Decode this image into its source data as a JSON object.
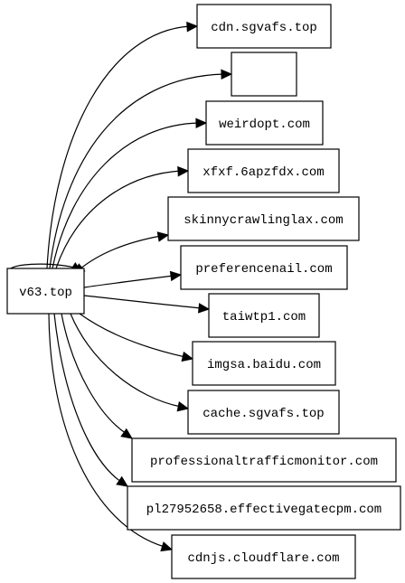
{
  "graph": {
    "source": {
      "id": "v63",
      "label": "v63.top",
      "has_self_loop": true
    },
    "targets": [
      {
        "id": "t0",
        "label": "cdn.sgvafs.top"
      },
      {
        "id": "t1",
        "label": ""
      },
      {
        "id": "t2",
        "label": "weirdopt.com"
      },
      {
        "id": "t3",
        "label": "xfxf.6apzfdx.com"
      },
      {
        "id": "t4",
        "label": "skinnycrawlinglax.com"
      },
      {
        "id": "t5",
        "label": "preferencenail.com"
      },
      {
        "id": "t6",
        "label": "taiwtp1.com"
      },
      {
        "id": "t7",
        "label": "imgsa.baidu.com"
      },
      {
        "id": "t8",
        "label": "cache.sgvafs.top"
      },
      {
        "id": "t9",
        "label": "professionaltrafficmonitor.com"
      },
      {
        "id": "t10",
        "label": "pl27952658.effectivegatecpm.com"
      },
      {
        "id": "t11",
        "label": "cdnjs.cloudflare.com"
      }
    ],
    "edges": [
      {
        "from": "v63",
        "to": "t0"
      },
      {
        "from": "v63",
        "to": "t1"
      },
      {
        "from": "v63",
        "to": "t2"
      },
      {
        "from": "v63",
        "to": "t3"
      },
      {
        "from": "t4",
        "to": "v63"
      },
      {
        "from": "v63",
        "to": "t5"
      },
      {
        "from": "v63",
        "to": "t6"
      },
      {
        "from": "v63",
        "to": "t7"
      },
      {
        "from": "v63",
        "to": "t8"
      },
      {
        "from": "v63",
        "to": "t9"
      },
      {
        "from": "v63",
        "to": "t10"
      },
      {
        "from": "v63",
        "to": "t11"
      }
    ]
  },
  "colors": {
    "stroke": "#000000",
    "fill": "#ffffff",
    "background": "#ffffff"
  }
}
